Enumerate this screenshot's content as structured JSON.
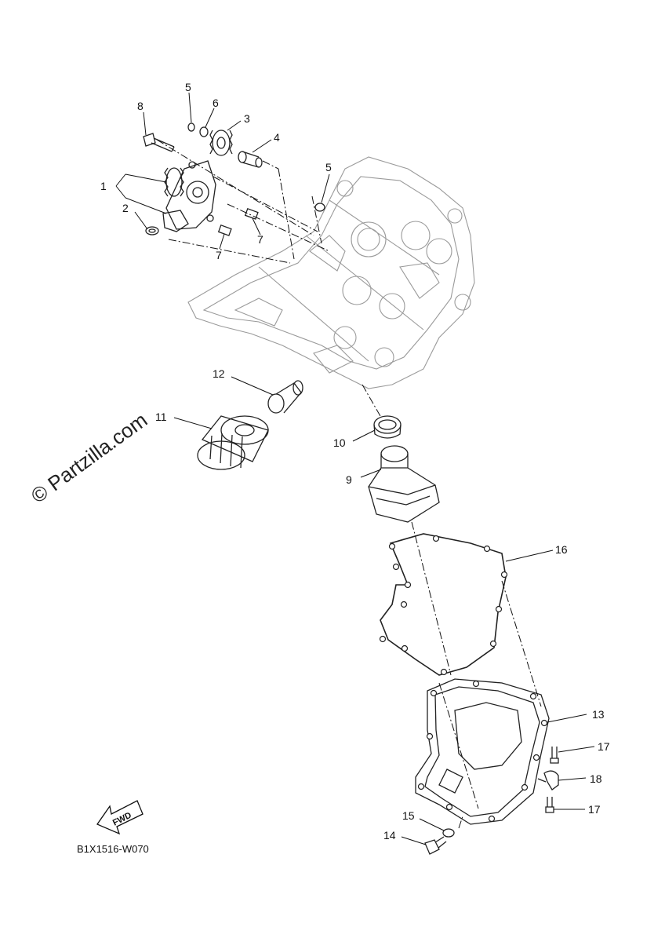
{
  "watermark": "© Partzilla.com",
  "diagram_code": "B1X1516-W070",
  "direction_label": "FWD",
  "callouts": [
    {
      "id": "c1",
      "label": "1"
    },
    {
      "id": "c2",
      "label": "2"
    },
    {
      "id": "c3",
      "label": "3"
    },
    {
      "id": "c4",
      "label": "4"
    },
    {
      "id": "c5a",
      "label": "5"
    },
    {
      "id": "c5b",
      "label": "5"
    },
    {
      "id": "c6",
      "label": "6"
    },
    {
      "id": "c7a",
      "label": "7"
    },
    {
      "id": "c7b",
      "label": "7"
    },
    {
      "id": "c8",
      "label": "8"
    },
    {
      "id": "c9",
      "label": "9"
    },
    {
      "id": "c10",
      "label": "10"
    },
    {
      "id": "c11",
      "label": "11"
    },
    {
      "id": "c12",
      "label": "12"
    },
    {
      "id": "c13",
      "label": "13"
    },
    {
      "id": "c14",
      "label": "14"
    },
    {
      "id": "c15",
      "label": "15"
    },
    {
      "id": "c16",
      "label": "16"
    },
    {
      "id": "c17a",
      "label": "17"
    },
    {
      "id": "c17b",
      "label": "17"
    },
    {
      "id": "c18",
      "label": "18"
    }
  ]
}
